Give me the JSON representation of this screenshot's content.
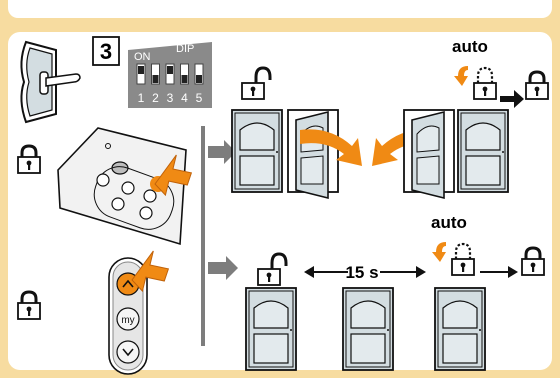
{
  "step_number": "3",
  "dip": {
    "title": "DIP",
    "on_label": "ON",
    "switch_numbers": [
      "1",
      "2",
      "3",
      "4",
      "5"
    ],
    "switch_state": [
      "on",
      "off",
      "on",
      "off",
      "off"
    ]
  },
  "arrows": {
    "auto_top": "auto",
    "auto_bottom": "auto",
    "delay": "15 s"
  },
  "colors": {
    "background": "#f7dca0",
    "panel": "#ffffff",
    "door_fill": "#d3dde1",
    "accent_orange": "#f08a14",
    "gray_arrow": "#7d7d7d"
  },
  "icons": [
    "handle-icon",
    "lock-closed-icon",
    "lock-open-icon",
    "remote-control-icon",
    "door-icon",
    "arrow-icon"
  ]
}
